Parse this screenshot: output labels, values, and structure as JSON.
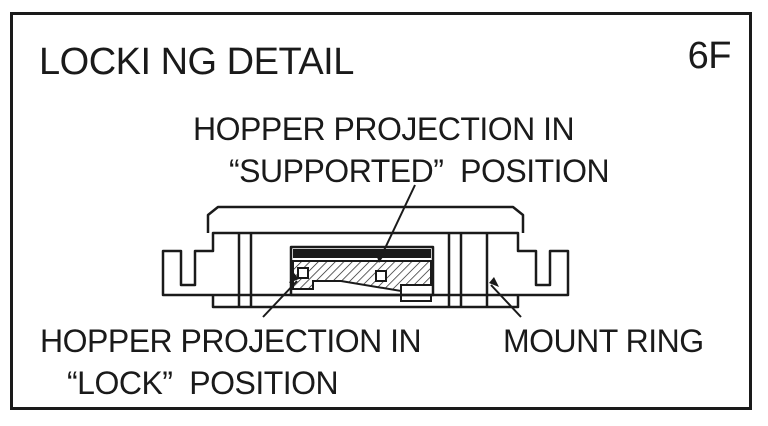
{
  "title": "LOCKI NG DETAIL",
  "code": "6F",
  "labels": {
    "supported_line1": "HOPPER PROJECTION IN",
    "supported_line2": "“SUPPORTED”  POSITION",
    "lock_line1": "HOPPER PROJECTION IN",
    "lock_line2": "“LOCK”  POSITION",
    "mount_ring": "MOUNT RING"
  },
  "colors": {
    "line": "#1a1a1a",
    "background": "#ffffff"
  }
}
